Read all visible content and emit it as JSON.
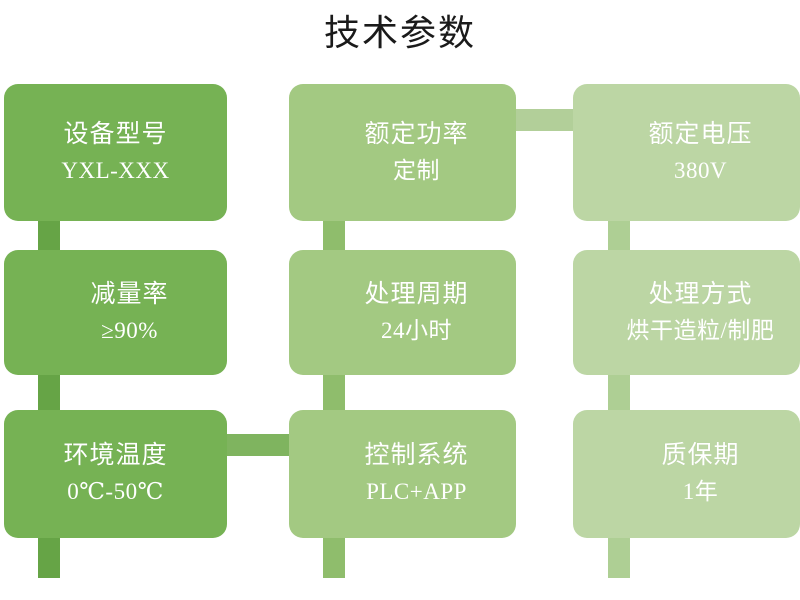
{
  "slide": {
    "title": "技术参数",
    "background": "#ffffff"
  },
  "theme": {
    "column_colors": [
      "#76b254",
      "#a3c982",
      "#bcd6a4"
    ],
    "connector_colors": [
      "#66a446",
      "#8fbd6c",
      "#aecf94"
    ],
    "horizontal_connector_colors": [
      "#7fb45f",
      "#b2cf99"
    ],
    "text_color": "#ffffff",
    "title_color": "#1a1a1a"
  },
  "chart_data": {
    "type": "table",
    "title": "技术参数",
    "layout": "3x3 rounded-card grid with connector bars",
    "columns": 3,
    "rows": 3,
    "items": [
      {
        "label": "设备型号",
        "value": "YXL-XXX",
        "row": 1,
        "col": 1
      },
      {
        "label": "额定功率",
        "value": "定制",
        "row": 1,
        "col": 2
      },
      {
        "label": "额定电压",
        "value": "380V",
        "row": 1,
        "col": 3
      },
      {
        "label": "减量率",
        "value": "≥90%",
        "row": 2,
        "col": 1
      },
      {
        "label": "处理周期",
        "value": "24小时",
        "row": 2,
        "col": 2
      },
      {
        "label": "处理方式",
        "value": "烘干造粒/制肥",
        "row": 2,
        "col": 3
      },
      {
        "label": "环境温度",
        "value": "0℃-50℃",
        "row": 3,
        "col": 1
      },
      {
        "label": "控制系统",
        "value": "PLC+APP",
        "row": 3,
        "col": 2
      },
      {
        "label": "质保期",
        "value": "1年",
        "row": 3,
        "col": 3
      }
    ]
  },
  "cards": [
    {
      "label": "设备型号",
      "value": "YXL-XXX"
    },
    {
      "label": "额定功率",
      "value": "定制"
    },
    {
      "label": "额定电压",
      "value": "380V"
    },
    {
      "label": "减量率",
      "value": "≥90%"
    },
    {
      "label": "处理周期",
      "value": "24小时"
    },
    {
      "label": "处理方式",
      "value": "烘干造粒/制肥"
    },
    {
      "label": "环境温度",
      "value": "0℃-50℃"
    },
    {
      "label": "控制系统",
      "value": "PLC+APP"
    },
    {
      "label": "质保期",
      "value": "1年"
    }
  ]
}
